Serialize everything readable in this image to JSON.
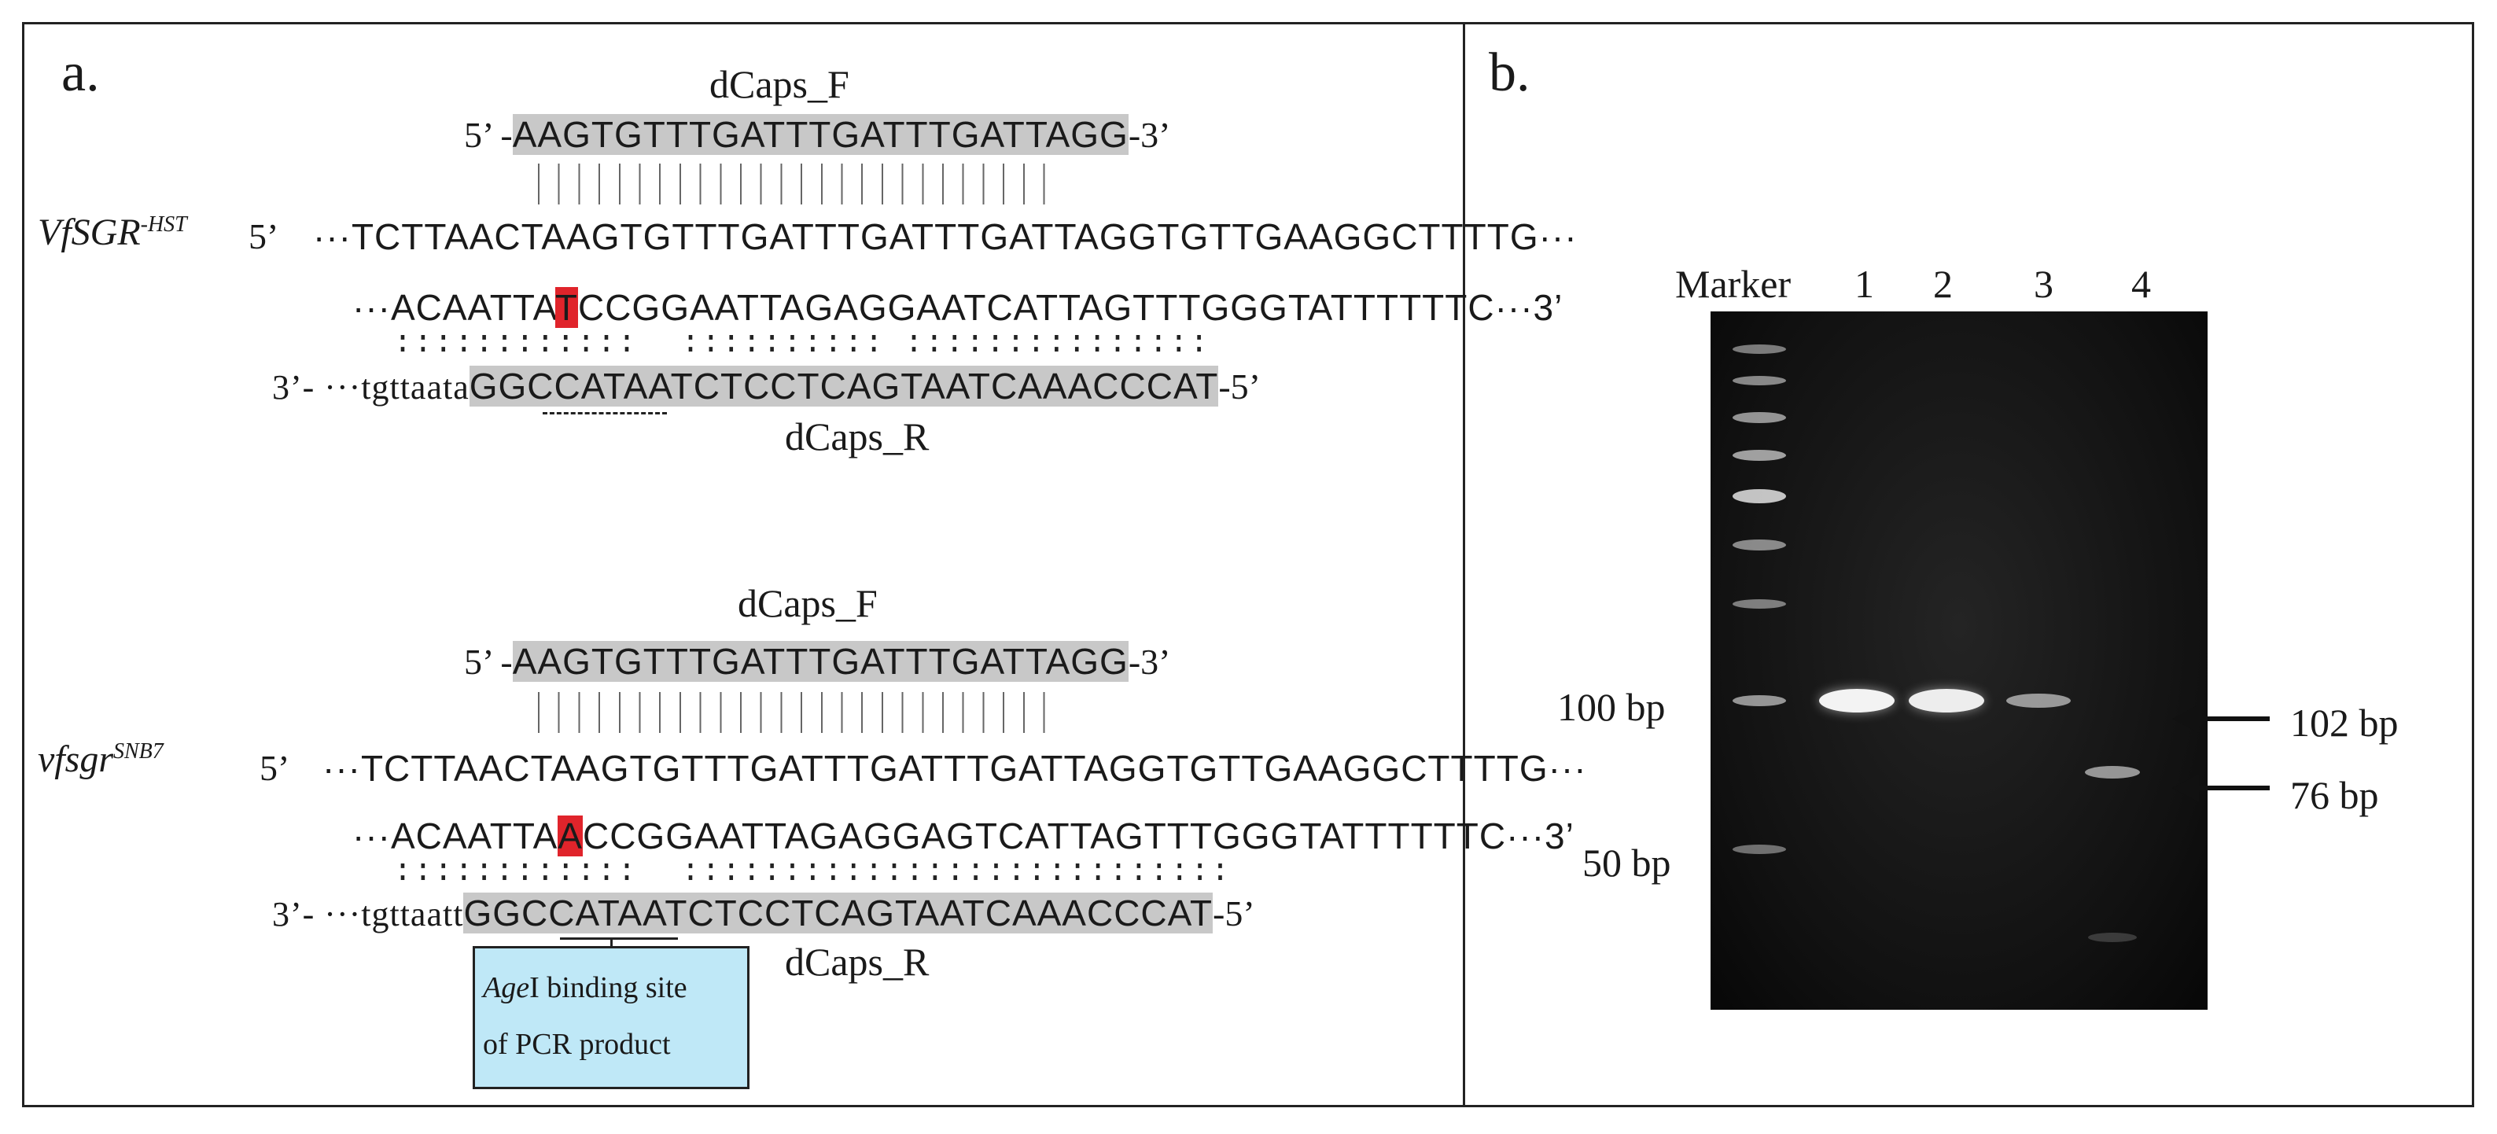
{
  "panel_a": {
    "label": "a.",
    "top": {
      "primer_f_name": "dCaps_F",
      "primer_f_prefix": "5’ -",
      "primer_f_seq": "AAGTGTTTGATTTGATTTGATTAGG",
      "primer_f_suffix": "-3’",
      "gene_main": "VfSGR",
      "gene_sup": "-HST",
      "strand_5": "5’",
      "line1_prefix": "···TCTTAACT",
      "line1_seq": "AAGTGTTTGATTTGATTTGATTAGG",
      "line1_suffix": "TGTTGAAGGCTTTTG···",
      "line2_prefix": "···ACAATTA",
      "line2_snp": "T",
      "line2_suffix": "CCGGAATTAGAGGAATCATTAGTTTGGGTATTTTTTC···3’",
      "colons_a": "::::::::::::",
      "colons_b": "::::::::::",
      "colons_c": ":::::::::::::::",
      "primer_r_prefix": "3’-  ···tgttaata",
      "primer_r_seq": "GGCCATAATCTCCTCAGTAATCAAACCCAT",
      "primer_r_suffix": "-5’",
      "primer_r_name": "dCaps_R"
    },
    "bottom": {
      "primer_f_name": "dCaps_F",
      "primer_f_prefix": "5’ -",
      "primer_f_seq": "AAGTGTTTGATTTGATTTGATTAGG",
      "primer_f_suffix": "-3’",
      "gene_main": "vfsgr",
      "gene_sup": "SNB7",
      "strand_5": "5’",
      "line1_prefix": "···TCTTAACT",
      "line1_seq": "AAGTGTTTGATTTGATTTGATTAGG",
      "line1_suffix": "TGTTGAAGGCTTTTG···",
      "line2_prefix": "···ACAATTA",
      "line2_snp": "A",
      "line2_suffix": "CCGGAATTAGAGGAGTCATTAGTTTGGGTATTTTTTC···3’",
      "colons_a": "::::::::::::",
      "colons_b": ":::::::::::::::::::::::::::",
      "primer_r_prefix": "3’-  ···tgttaatt",
      "primer_r_seq": "GGCCATAATCTCCTCAGTAATCAAACCCAT",
      "primer_r_suffix": "-5’",
      "primer_r_name": "dCaps_R",
      "callout_italic": "Age",
      "callout_line1_rest": "I binding site",
      "callout_line2": "of PCR product"
    },
    "colors": {
      "primer_highlight": "#c8c8c8",
      "snp_highlight": "#e0242b",
      "callout_fill": "#bfe8f7"
    }
  },
  "panel_b": {
    "label": "b.",
    "lane_labels": [
      "Marker",
      "1",
      "2",
      "3",
      "4"
    ],
    "marker_labels": [
      "100 bp",
      "50 bp"
    ],
    "band_labels": [
      "102 bp",
      "76 bp"
    ]
  }
}
